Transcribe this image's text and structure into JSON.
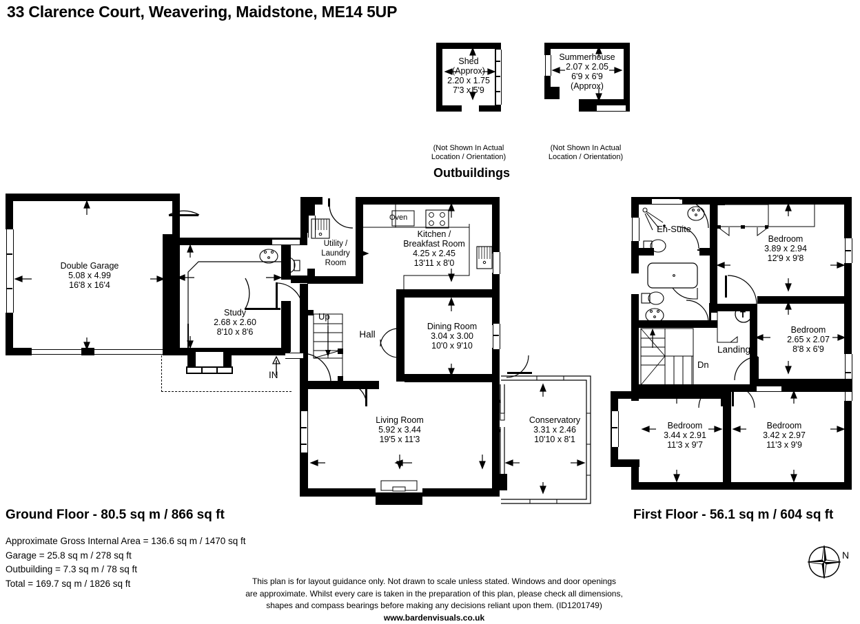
{
  "title": "33 Clarence Court, Weavering, Maidstone, ME14 5UP",
  "outbuildings": {
    "heading": "Outbuildings",
    "items": [
      {
        "name": "Shed",
        "approx_label": "(Approx)",
        "metric": "2.20 x 1.75",
        "imperial": "7'3 x 5'9",
        "note_line1": "(Not Shown In Actual",
        "note_line2": "Location / Orientation)"
      },
      {
        "name": "Summerhouse",
        "approx_label": "(Approx)",
        "metric": "2.07 x 2.05",
        "imperial": "6'9 x 6'9",
        "note_line1": "(Not Shown In Actual",
        "note_line2": "Location / Orientation)"
      }
    ]
  },
  "ground_floor": {
    "label": "Ground Floor - 80.5 sq m / 866 sq ft",
    "entry_marker": "IN",
    "stairs_direction": "Up",
    "rooms": [
      {
        "name": "Double Garage",
        "metric": "5.08 x 4.99",
        "imperial": "16'8 x 16'4"
      },
      {
        "name": "Study",
        "metric": "2.68 x 2.60",
        "imperial": "8'10 x 8'6"
      },
      {
        "name": "Utility /",
        "name2": "Laundry",
        "name3": "Room"
      },
      {
        "name": "Kitchen /",
        "name2": "Breakfast Room",
        "metric": "4.25 x 2.45",
        "imperial": "13'11 x 8'0"
      },
      {
        "name": "Dining Room",
        "metric": "3.04 x 3.00",
        "imperial": "10'0 x 9'10"
      },
      {
        "name": "Living Room",
        "metric": "5.92 x 3.44",
        "imperial": "19'5 x 11'3"
      },
      {
        "name": "Conservatory",
        "metric": "3.31 x 2.46",
        "imperial": "10'10 x 8'1"
      },
      {
        "name": "Hall"
      }
    ],
    "fixtures": {
      "oven": "Oven"
    }
  },
  "first_floor": {
    "label": "First Floor - 56.1 sq m / 604 sq ft",
    "stairs_direction": "Dn",
    "tank_marker": "T",
    "rooms": [
      {
        "name": "En-Suite"
      },
      {
        "name": "Bedroom",
        "metric": "3.89 x 2.94",
        "imperial": "12'9 x 9'8"
      },
      {
        "name": "Bedroom",
        "metric": "2.65 x 2.07",
        "imperial": "8'8 x 6'9"
      },
      {
        "name": "Landing"
      },
      {
        "name": "Bedroom",
        "metric": "3.44 x 2.91",
        "imperial": "11'3 x 9'7"
      },
      {
        "name": "Bedroom",
        "metric": "3.42 x 2.97",
        "imperial": "11'3 x 9'9"
      }
    ]
  },
  "areas": {
    "gross": "Approximate Gross Internal Area = 136.6 sq m / 1470 sq ft",
    "garage": "Garage = 25.8 sq m / 278 sq ft",
    "outbuilding": "Outbuilding = 7.3 sq m / 78 sq ft",
    "total": "Total = 169.7 sq m / 1826 sq ft"
  },
  "disclaimer": {
    "line1": "This plan is for layout guidance only. Not drawn to scale unless stated. Windows and door openings",
    "line2": "are approximate. Whilst every care is taken in the preparation of this plan, please check all dimensions,",
    "line3": "shapes and compass bearings before making any decisions reliant upon them. (ID1201749)",
    "website": "www.bardenvisuals.co.uk"
  },
  "compass": {
    "north_label": "N"
  },
  "colors": {
    "wall": "#000000",
    "background": "#ffffff",
    "text": "#000000"
  }
}
